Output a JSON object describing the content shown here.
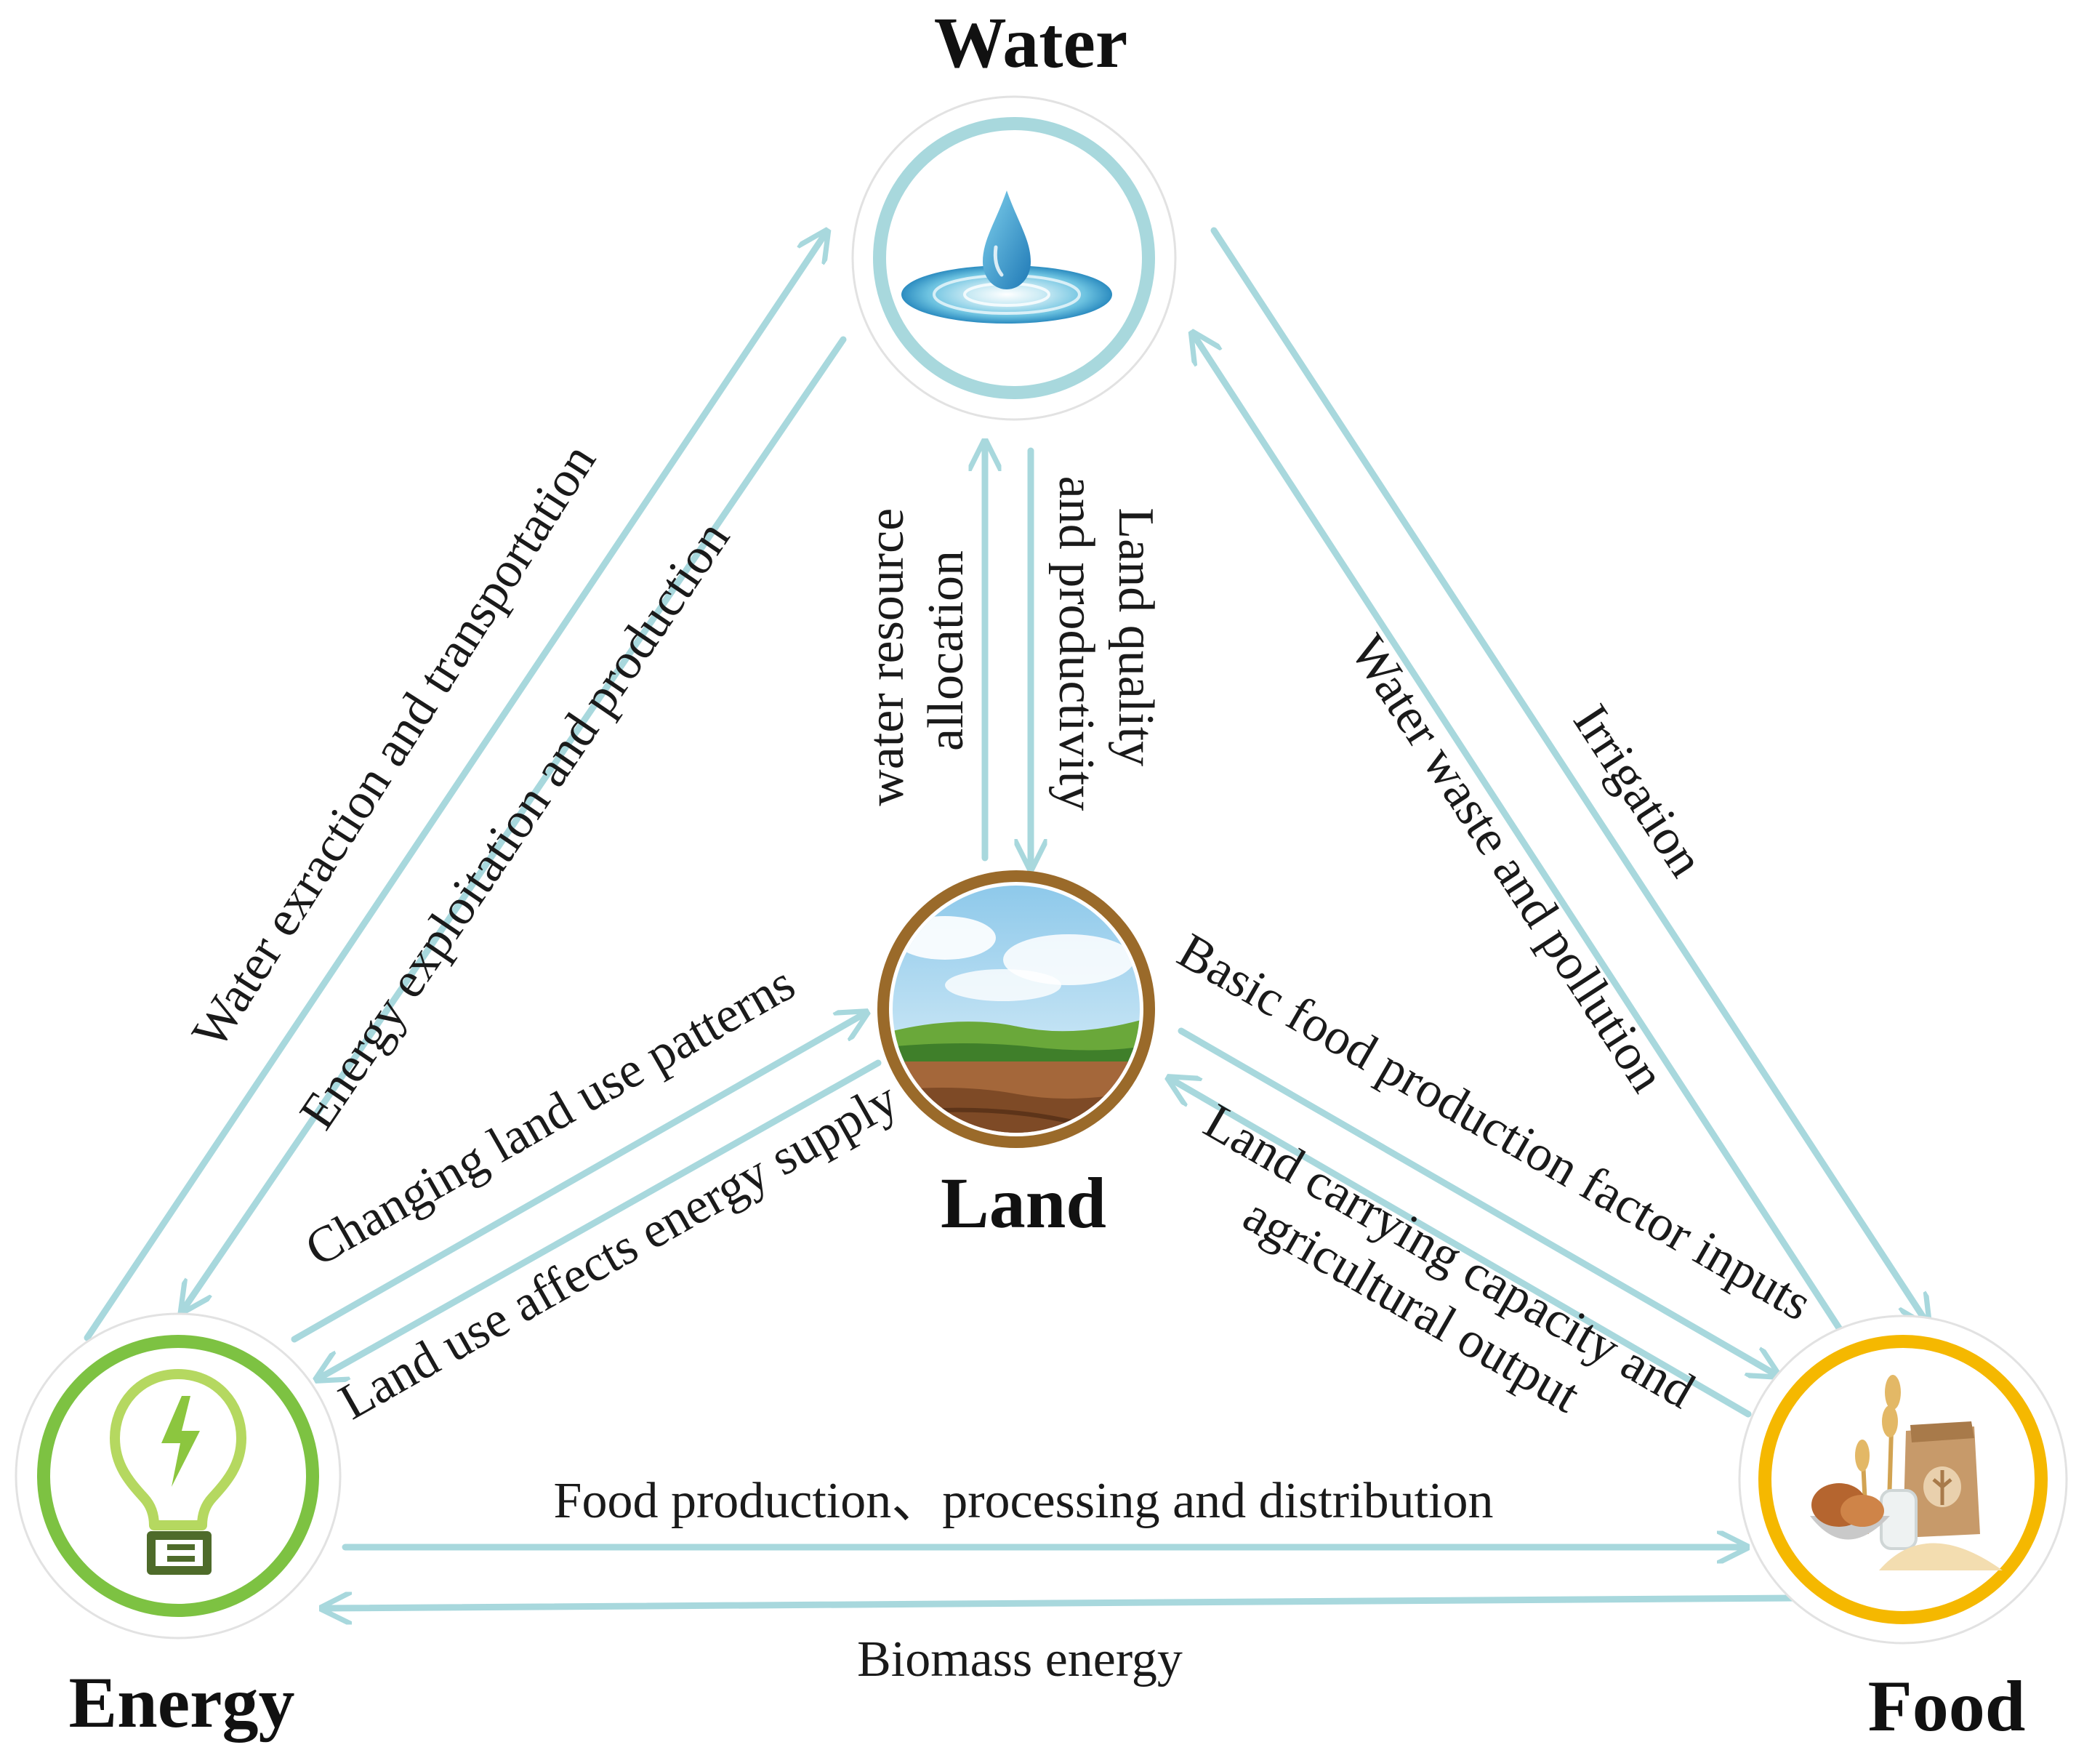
{
  "nodes": {
    "water": {
      "label": "Water",
      "icon": "water-drop-icon",
      "ring_color": "#a8d8dd"
    },
    "land": {
      "label": "Land",
      "icon": "landscape-icon",
      "ring_color": "#9a6a2a"
    },
    "energy": {
      "label": "Energy",
      "icon": "light-bulb-icon",
      "ring_color": "#7dc242"
    },
    "food": {
      "label": "Food",
      "icon": "bread-and-grain-icon",
      "ring_color": "#f5b800"
    }
  },
  "links": {
    "energy_to_water": "Water exraction and transportation",
    "water_to_energy": "Energy exploitation and production",
    "land_to_water": "water resource allocation",
    "water_to_land": "Land quality and productivity",
    "food_to_water": "Water waste and pollution",
    "water_to_food": "Irrigation",
    "energy_to_land": "Changing land use patterns",
    "land_to_energy": "Land use affects energy supply",
    "land_to_food": "Basic food production factor inputs",
    "food_to_land": "Land carrying capacity and agricultural output",
    "energy_to_food": "Food production、processing and distribution",
    "food_to_energy": "Biomass energy"
  },
  "colors": {
    "arrow": "#a8d8dd",
    "text": "#1a1a1a"
  }
}
